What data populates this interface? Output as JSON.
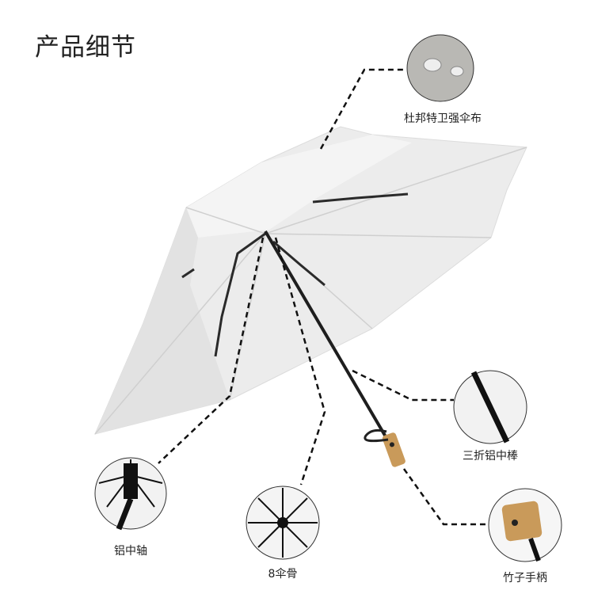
{
  "title": "产品细节",
  "callouts": [
    {
      "label": "杜邦特卫强伞布",
      "icon": "fabric-water-drop-icon"
    },
    {
      "label": "三折铝中棒",
      "icon": "shaft-detail-icon"
    },
    {
      "label": "竹子手柄",
      "icon": "bamboo-handle-icon"
    },
    {
      "label": "8伞骨",
      "icon": "ribs-detail-icon"
    },
    {
      "label": "铝中轴",
      "icon": "center-hub-icon"
    }
  ],
  "colors": {
    "canopy": "#ececec",
    "frame": "#1e1e1e",
    "bamboo": "#c99a5a",
    "dash": "#111111"
  }
}
